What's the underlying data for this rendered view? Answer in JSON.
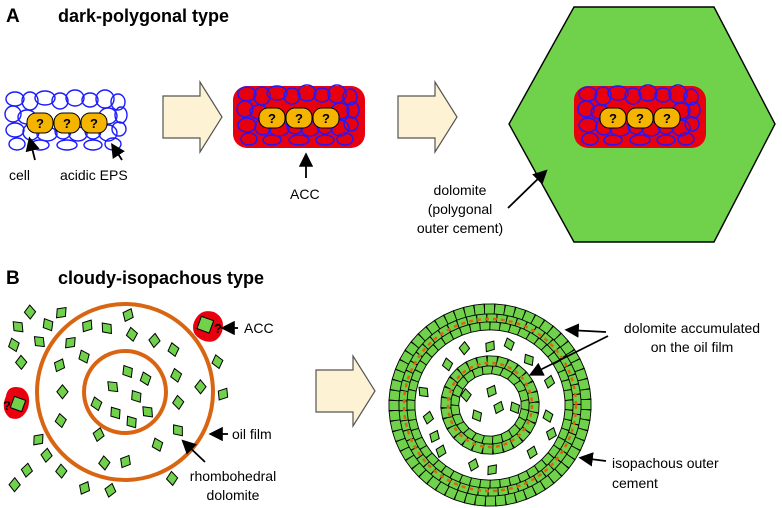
{
  "panel_a": {
    "letter": "A",
    "title": "dark-polygonal type",
    "cell_label": "cell",
    "eps_label": "acidic EPS",
    "acc_label": "ACC",
    "dolomite_label": [
      "dolomite",
      "(polygonal",
      "outer cement)"
    ],
    "cell_mark": "?"
  },
  "panel_b": {
    "letter": "B",
    "title": "cloudy-isopachous type",
    "acc_label": "ACC",
    "oil_film_label": "oil film",
    "rhombo_label": [
      "rhombohedral",
      "dolomite"
    ],
    "accum_label": [
      "dolomite accumulated",
      "on the oil film"
    ],
    "isopachous_label": [
      "isopachous outer",
      "cement"
    ],
    "acc_mark": "?"
  },
  "colors": {
    "eps_blue": "#1a1aff",
    "acc_red": "#e8000f",
    "cell_yellow": "#f5b400",
    "dolomite_green": "#6fd24a",
    "oil_film_orange": "#d96512",
    "arrow_fill": "#fdf2d4",
    "arrow_stroke": "#555555"
  }
}
